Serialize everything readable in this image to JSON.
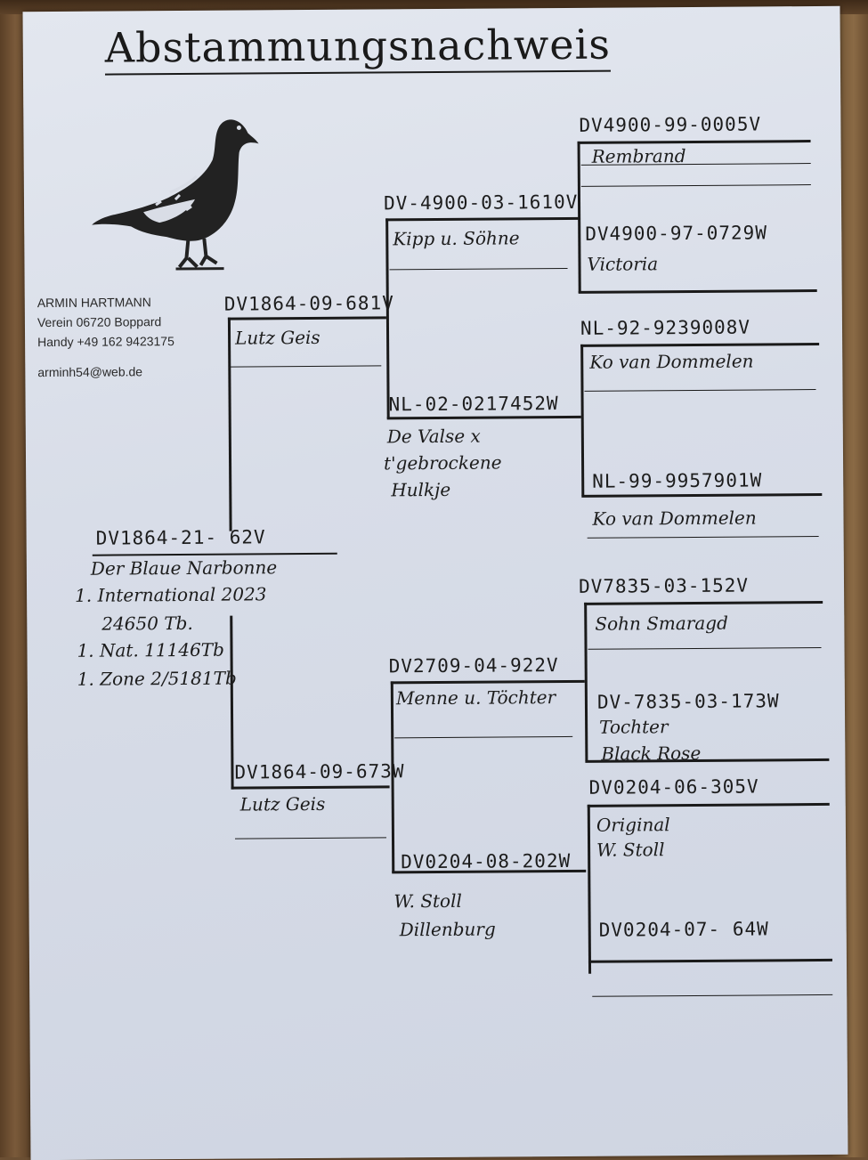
{
  "document": {
    "title": "Abstammungsnachweis"
  },
  "owner": {
    "name": "ARMIN HARTMANN",
    "club": "Verein  06720  Boppard",
    "phone": "Handy  +49 162 9423175",
    "email": "arminh54@web.de"
  },
  "pigeon": {
    "ring": "DV1864-21-   62V",
    "lines": [
      "Der Blaue Narbonne",
      "1. International 2023",
      "24650 Tb.",
      "1. Nat. 11146Tb",
      "1. Zone 2/5181Tb"
    ]
  },
  "parents": {
    "father": {
      "ring": "DV1864-09-681V",
      "lines": [
        "Lutz Geis"
      ]
    },
    "mother": {
      "ring": "DV1864-09-673W",
      "lines": [
        "Lutz Geis"
      ]
    }
  },
  "grandparents": {
    "ff": {
      "ring": "DV-4900-03-1610V",
      "lines": [
        "Kipp u. Söhne"
      ]
    },
    "fm": {
      "ring": "NL-02-0217452W",
      "lines": [
        "De Valse x",
        "t'gebrockene",
        "Hulkje"
      ]
    },
    "mf": {
      "ring": "DV2709-04-922V",
      "lines": [
        "Menne u. Töchter"
      ]
    },
    "mm": {
      "ring": "DV0204-08-202W",
      "lines": [
        "W. Stoll",
        "Dillenburg"
      ]
    }
  },
  "great_grandparents": [
    {
      "ring": "DV4900-99-0005V",
      "lines": [
        "Rembrand"
      ]
    },
    {
      "ring": "DV4900-97-0729W",
      "lines": [
        "Victoria"
      ]
    },
    {
      "ring": "NL-92-9239008V",
      "lines": [
        "Ko van Dommelen"
      ]
    },
    {
      "ring": "NL-99-9957901W",
      "lines": [
        "Ko van Dommelen"
      ]
    },
    {
      "ring": "DV7835-03-152V",
      "lines": [
        "Sohn Smaragd"
      ]
    },
    {
      "ring": "DV-7835-03-173W",
      "lines": [
        "Tochter",
        "Black Rose"
      ]
    },
    {
      "ring": "DV0204-06-305V",
      "lines": [
        "Original",
        "W. Stoll"
      ]
    },
    {
      "ring": "DV0204-07- 64W",
      "lines": []
    }
  ]
}
